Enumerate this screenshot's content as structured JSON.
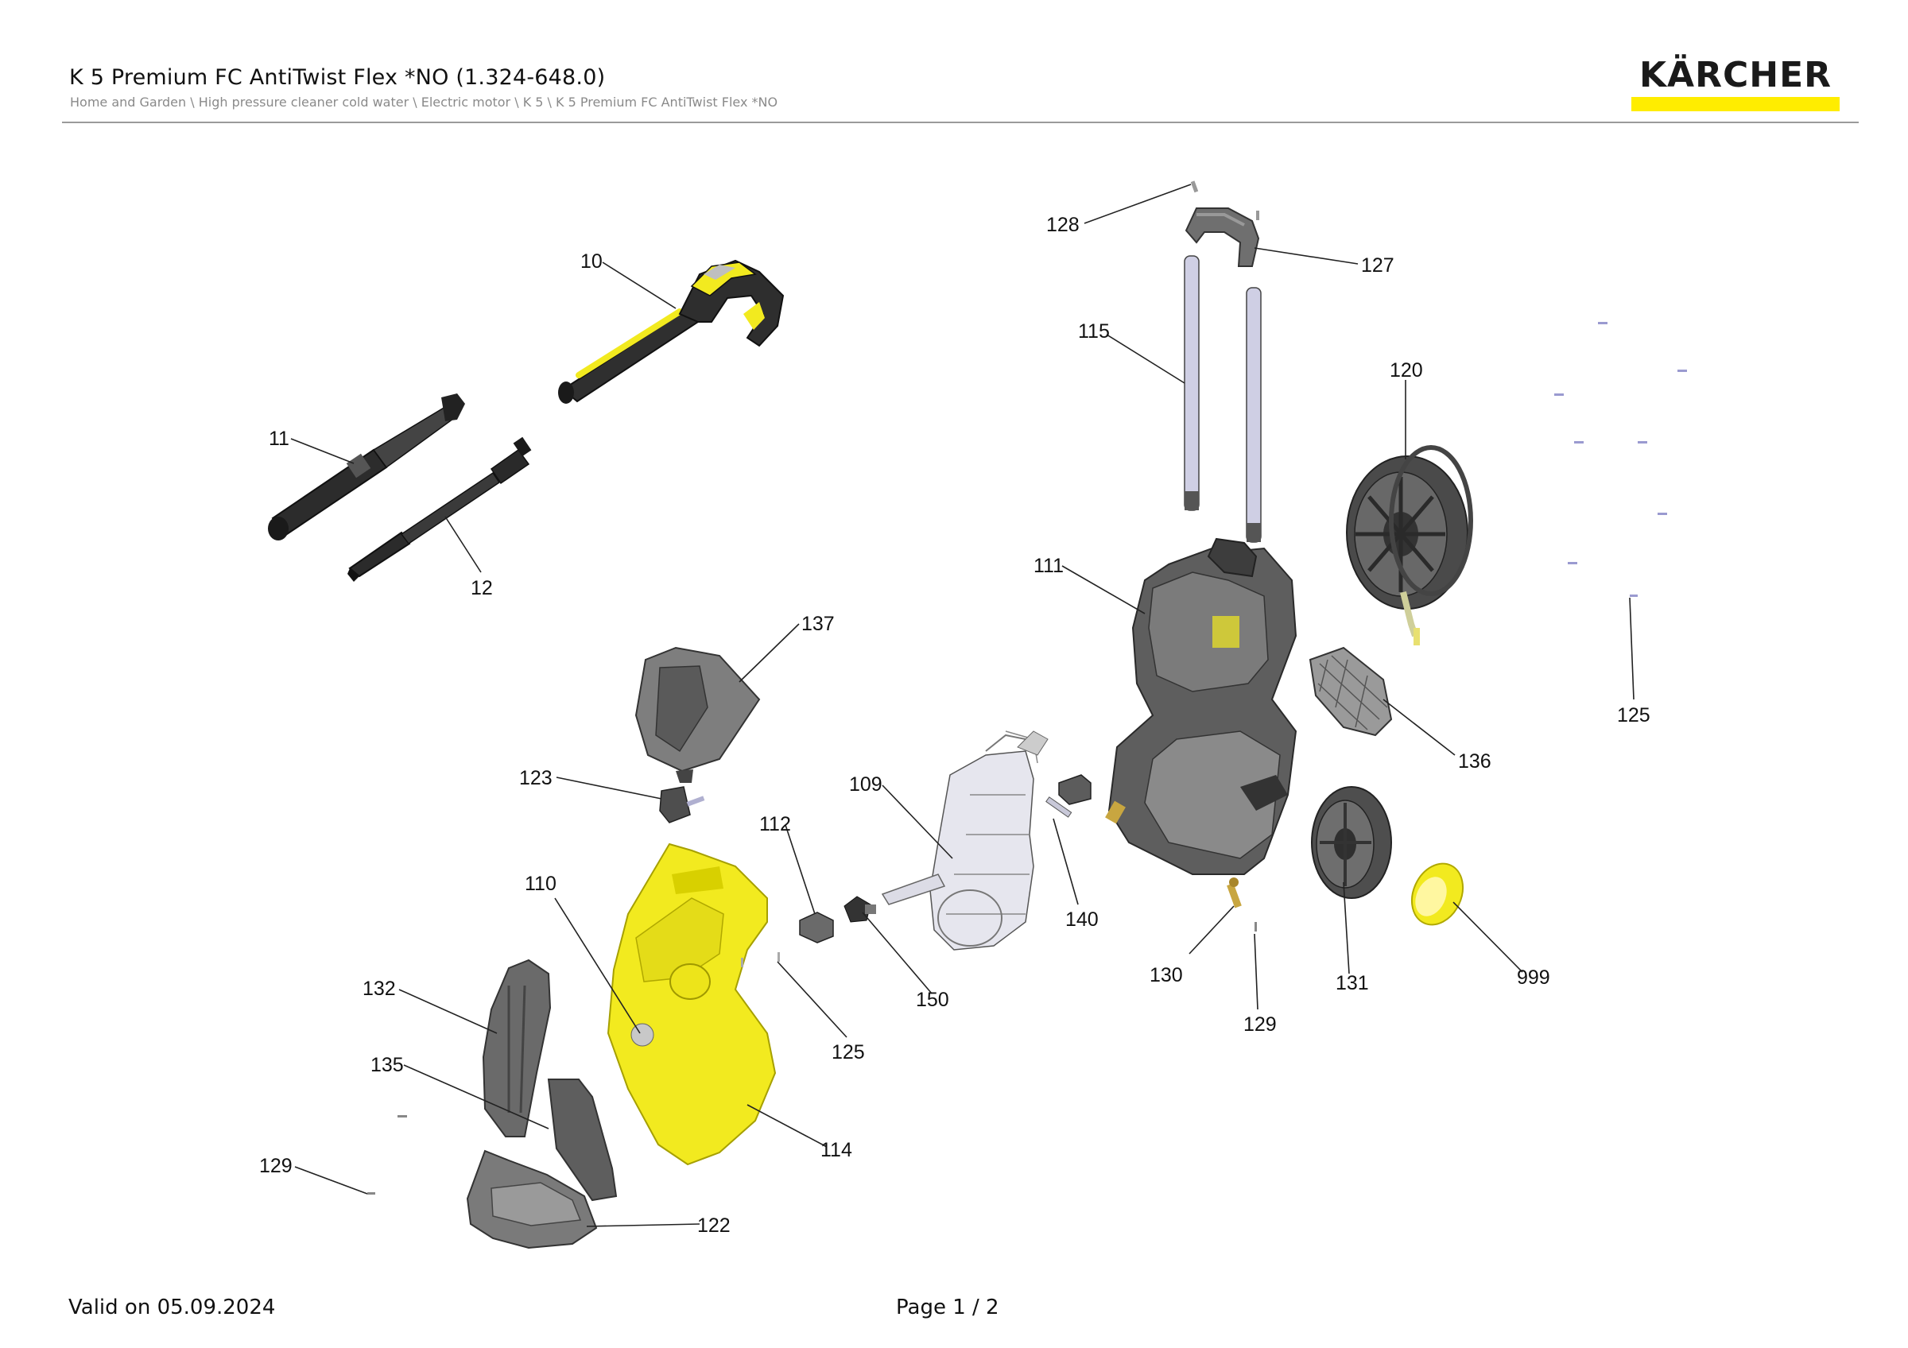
{
  "header": {
    "title": "K 5 Premium FC AntiTwist Flex *NO (1.324-648.0)",
    "breadcrumb": "Home and Garden \\ High pressure cleaner cold water \\ Electric motor \\ K 5 \\ K 5 Premium FC AntiTwist Flex *NO",
    "brand": "KÄRCHER"
  },
  "colors": {
    "brand_yellow": "#ffed00",
    "part_yellow": "#f2ea1f",
    "part_dark": "#3b3b3b",
    "part_grey": "#7d7d7d",
    "part_light": "#d8d8e8"
  },
  "callouts": {
    "c10": "10",
    "c11": "11",
    "c12": "12",
    "c109": "109",
    "c110": "110",
    "c111": "111",
    "c112": "112",
    "c114": "114",
    "c115": "115",
    "c120": "120",
    "c122": "122",
    "c123": "123",
    "c125a": "125",
    "c125b": "125",
    "c127": "127",
    "c128": "128",
    "c129a": "129",
    "c129b": "129",
    "c130": "130",
    "c131": "131",
    "c132": "132",
    "c135": "135",
    "c136": "136",
    "c137": "137",
    "c140": "140",
    "c150": "150",
    "c999": "999"
  },
  "footer": {
    "valid": "Valid on 05.09.2024",
    "page": "Page 1 / 2"
  }
}
